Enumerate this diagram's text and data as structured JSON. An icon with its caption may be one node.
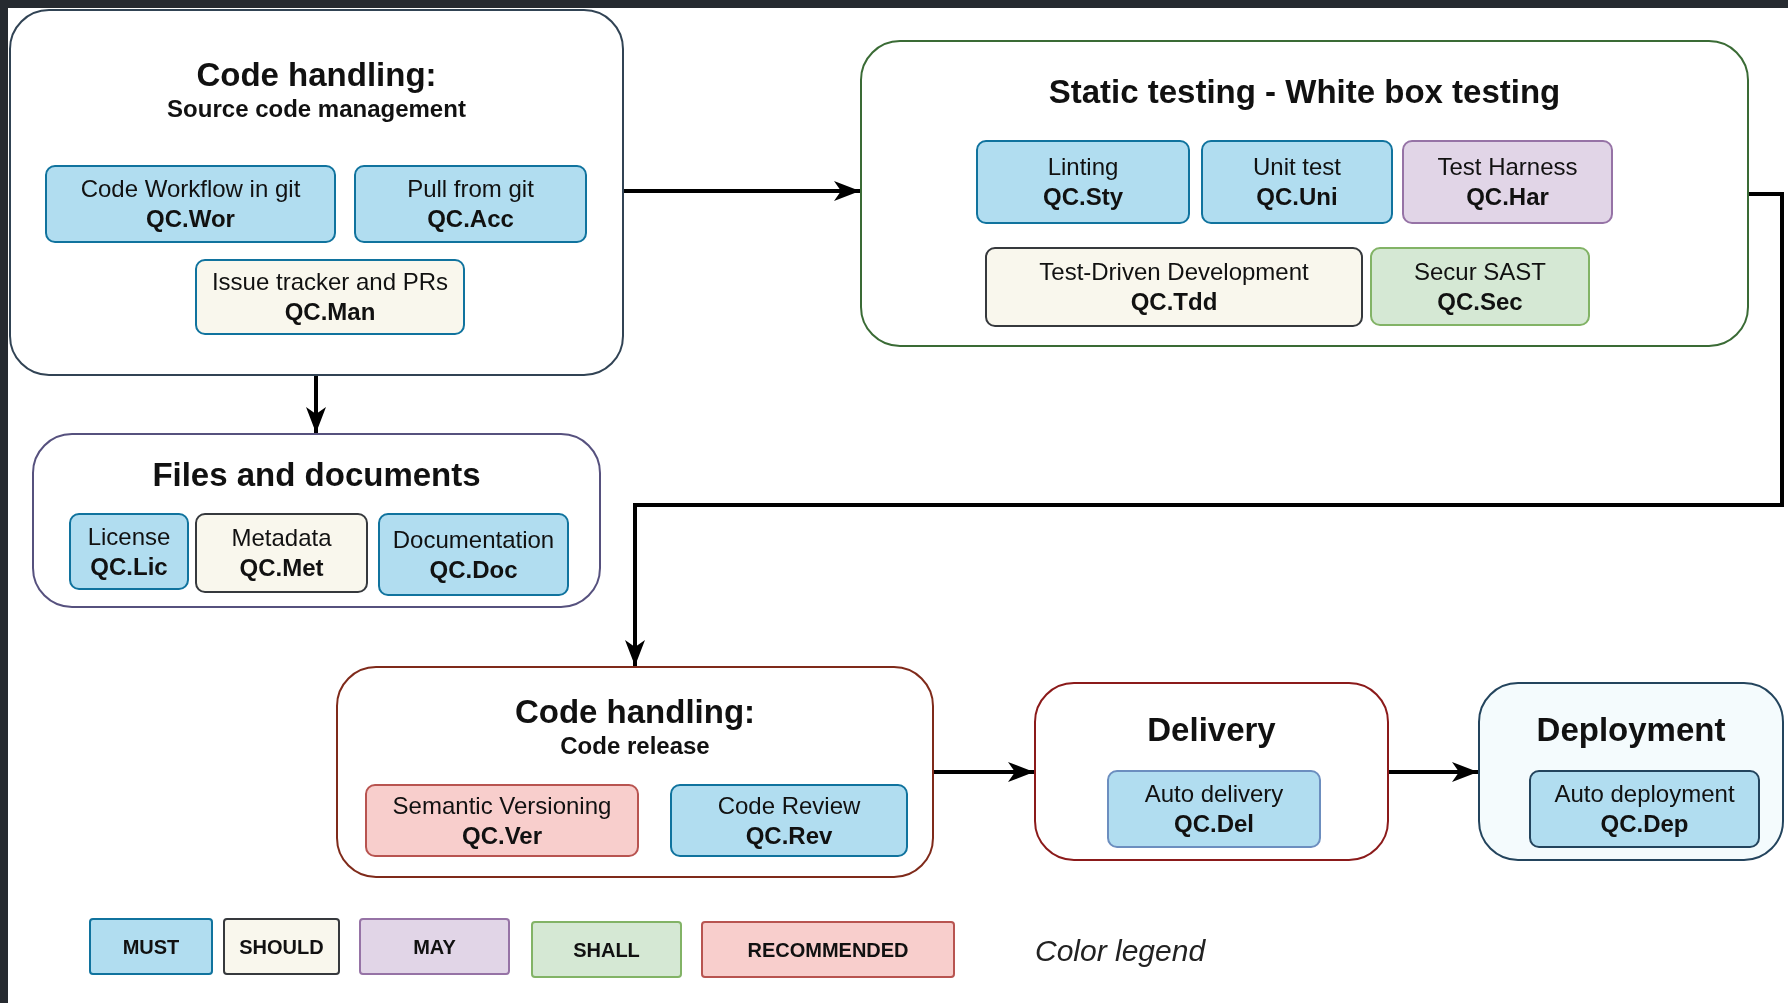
{
  "diagram": {
    "nodes": [
      {
        "text": [
          "Code handling:",
          "Source code management"
        ]
      },
      {
        "text": [
          "Code Workflow in git",
          "QC.Wor"
        ],
        "in": 0
      },
      {
        "text": [
          "Pull from git",
          "QC.Acc"
        ],
        "in": 0
      },
      {
        "text": [
          "Issue tracker and PRs",
          "QC.Man"
        ],
        "in": 0
      },
      {
        "text": [
          "Static testing - White box testing"
        ]
      },
      {
        "text": [
          "Linting",
          "QC.Sty"
        ],
        "in": 4
      },
      {
        "text": [
          "Unit test",
          "QC.Uni"
        ],
        "in": 4
      },
      {
        "text": [
          "Test Harness",
          "QC.Har"
        ],
        "in": 4
      },
      {
        "text": [
          "Test-Driven Development",
          "QC.Tdd"
        ],
        "in": 4
      },
      {
        "text": [
          "Secur SAST",
          "QC.Sec"
        ],
        "in": 4
      },
      {
        "text": [
          "Files and documents"
        ]
      },
      {
        "text": [
          "License",
          "QC.Lic"
        ],
        "in": 10
      },
      {
        "text": [
          "Metadata",
          "QC.Met"
        ],
        "in": 10
      },
      {
        "text": [
          "Documentation",
          "QC.Doc"
        ],
        "in": 10
      },
      {
        "text": [
          "Code handling:",
          "Code release"
        ]
      },
      {
        "text": [
          "Semantic Versioning",
          "QC.Ver"
        ],
        "in": 14
      },
      {
        "text": [
          "Code Review",
          "QC.Rev"
        ],
        "in": 14
      },
      {
        "text": [
          "Delivery"
        ]
      },
      {
        "text": [
          "Auto delivery",
          "QC.Del"
        ],
        "in": 17
      },
      {
        "text": [
          "Deployment"
        ]
      },
      {
        "text": [
          "Auto deployment",
          "QC.Dep"
        ],
        "in": 19
      }
    ],
    "edges": [
      {
        "from": 0,
        "to": 4,
        "arrow": "to"
      },
      {
        "from": 0,
        "to": 10,
        "arrow": "to"
      },
      {
        "from": 4,
        "to": 14,
        "arrow": "to"
      },
      {
        "from": 14,
        "to": 17,
        "arrow": "to"
      },
      {
        "from": 17,
        "to": 19,
        "arrow": "to"
      }
    ],
    "labels": [
      "Color legend"
    ],
    "legend": [
      {
        "text": "MUST",
        "color": "#b1ddf0"
      },
      {
        "text": "SHOULD",
        "color": "#f9f7ed"
      },
      {
        "text": "MAY",
        "color": "#e1d5e7"
      },
      {
        "text": "SHALL",
        "color": "#d5e8d4"
      },
      {
        "text": "RECOMMENDED",
        "color": "#f8cecc"
      }
    ]
  }
}
